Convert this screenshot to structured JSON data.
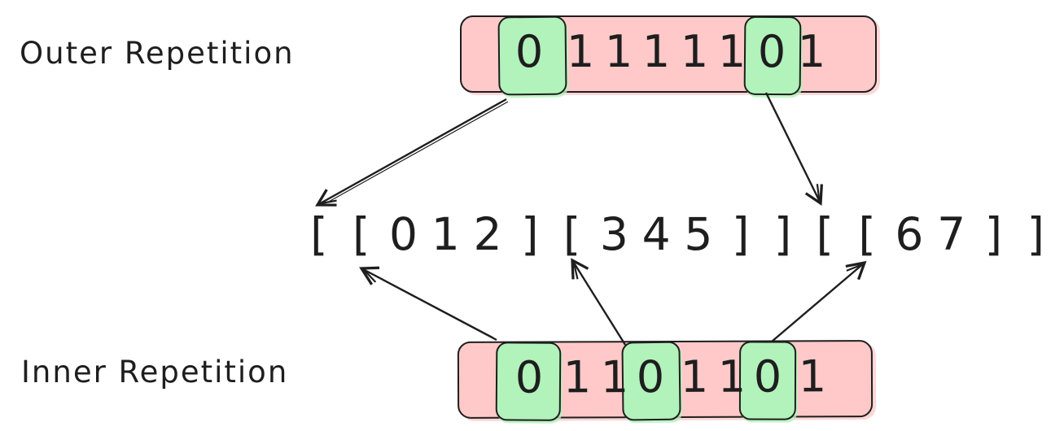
{
  "labels": {
    "outer": "Outer Repetition",
    "inner": "Inner Repetition"
  },
  "outer_array": {
    "bits": [
      "0",
      "1",
      "1",
      "1",
      "1",
      "1",
      "0",
      "1"
    ],
    "highlighted_indices": [
      0,
      6
    ]
  },
  "inner_array": {
    "bits": [
      "0",
      "1",
      "1",
      "0",
      "1",
      "1",
      "0",
      "1"
    ],
    "highlighted_indices": [
      0,
      3,
      6
    ]
  },
  "expression": {
    "text": "[ [ 0 1 2 ] [ 3 4 5 ] ] [ [ 6 7 ] ]",
    "tokens": [
      "[",
      "[",
      "0",
      "1",
      "2",
      "]",
      "[",
      "3",
      "4",
      "5",
      "]",
      "]",
      "[",
      "[",
      "6",
      "7",
      "]",
      "]"
    ]
  },
  "arrows": [
    {
      "from": "outer-array-bit-0",
      "to": "expression-token-1"
    },
    {
      "from": "outer-array-bit-6",
      "to": "expression-token-13"
    },
    {
      "from": "inner-array-bit-0",
      "to": "expression-token-2"
    },
    {
      "from": "inner-array-bit-3",
      "to": "expression-token-7"
    },
    {
      "from": "inner-array-bit-6",
      "to": "expression-token-14"
    }
  ],
  "colors": {
    "array_fill": "#ffc9c9",
    "highlight_fill": "#b2f2bb",
    "stroke": "#1e1e1e",
    "background": "#ffffff"
  }
}
